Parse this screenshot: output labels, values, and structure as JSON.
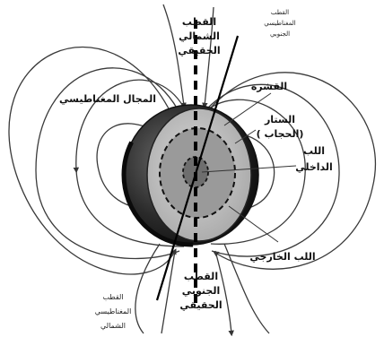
{
  "labels": {
    "true_north": [
      "القطب",
      "الشمالي",
      "الحقيقي"
    ],
    "magnetic_south": [
      "القطب",
      "المغناطيسي",
      "الجنوبي"
    ],
    "magnetic_field": "المجال المغناطيسي",
    "crust": "القشرة",
    "mantle": [
      "الستار",
      "( الحجاب)"
    ],
    "inner_core": [
      "اللب",
      "الداخلي"
    ],
    "outer_core": "اللب الخارجي",
    "true_south": [
      "القطب",
      "الجنوبي",
      "الحقيقي"
    ],
    "magnetic_north": [
      "القطب",
      "المغناطيسي",
      "الشمالي"
    ]
  },
  "colors": {
    "line": "#333333",
    "earth_dark": "#1a1a1a",
    "mantle": "#bdbdbd",
    "core": "#8e8e8e",
    "inner": "#6e6e6e"
  }
}
